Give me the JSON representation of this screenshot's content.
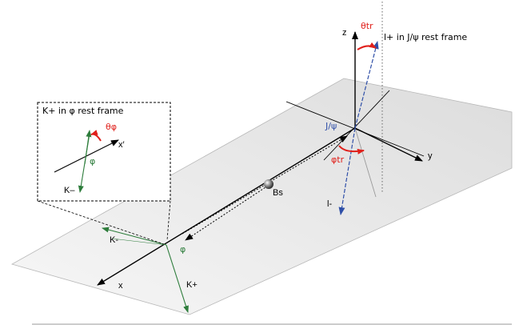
{
  "labels": {
    "z": "z",
    "y": "y",
    "x": "x",
    "theta_tr": "θtr",
    "phi_tr": "φtr",
    "lplus": "l+ in J/ψ rest frame",
    "lminus": "l-",
    "jpsi": "J/ψ",
    "bs": "Bs",
    "kminus_main": "K-",
    "kplus_main": "K+",
    "phi_main": "φ",
    "inset_title": "K+ in φ rest frame",
    "inset_theta": "θφ",
    "inset_xprime": "x′",
    "inset_phi": "φ",
    "inset_kminus": "K–"
  },
  "colors": {
    "axis": "#000000",
    "red": "#e0201b",
    "blue": "#2f4fa8",
    "green": "#2e7d3c",
    "plane": "#ececec"
  }
}
